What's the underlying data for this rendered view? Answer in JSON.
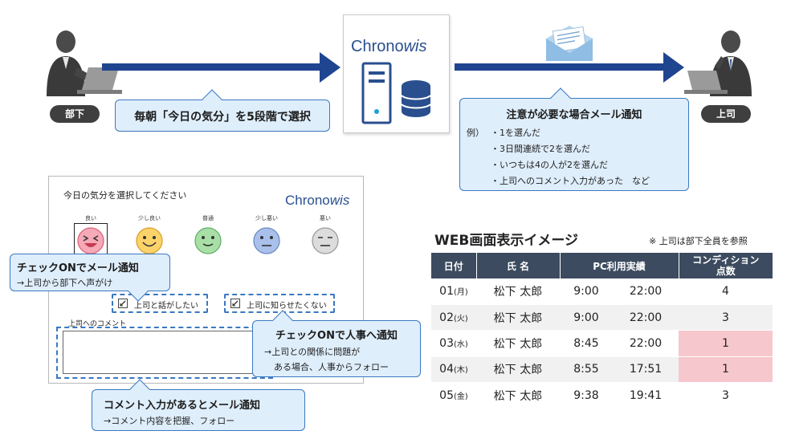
{
  "flow": {
    "subordinate_label": "部下",
    "boss_label": "上司",
    "brand": "Chrono",
    "brand_italic": "wis",
    "left_callout": "毎朝「今日の気分」を5段階で選択",
    "right_callout": {
      "title": "注意が必要な場合メール通知",
      "example_prefix": "例）",
      "items": [
        "・1を選んだ",
        "・3日間連続で2を選んだ",
        "・いつもは4の人が2を選んだ",
        "・上司へのコメント入力があった　など"
      ]
    }
  },
  "mockup": {
    "heading": "今日の気分を選択してください",
    "brand": "Chrono",
    "brand_italic": "wis",
    "faces": [
      {
        "label": "良い",
        "color": "#f6a9b6",
        "stroke": "#d9677d"
      },
      {
        "label": "少し良い",
        "color": "#fbd36a",
        "stroke": "#d6a22c"
      },
      {
        "label": "普通",
        "color": "#a9dfa7",
        "stroke": "#63b06a"
      },
      {
        "label": "少し悪い",
        "color": "#a9c0ea",
        "stroke": "#6b8ac6"
      },
      {
        "label": "悪い",
        "color": "#dcdcdc",
        "stroke": "#9b9b9b"
      }
    ],
    "check1": "上司と話がしたい",
    "check2": "上司に知らせたくない",
    "comment_label": "上司へのコメント",
    "callout_check_on_mail": {
      "title": "チェックONでメール通知",
      "sub": "→上司から部下へ声がけ"
    },
    "callout_check_on_hr": {
      "title": "チェックONで人事へ通知",
      "sub1": "→上司との関係に問題が",
      "sub2": "ある場合、人事からフォロー"
    },
    "callout_comment": {
      "title": "コメント入力があるとメール通知",
      "sub": "→コメント内容を把握、フォロー"
    }
  },
  "web": {
    "title": "WEB画面表示イメージ",
    "note": "※ 上司は部下全員を参照",
    "headers": [
      "日付",
      "氏 名",
      "PC利用実績",
      "コンディション",
      "点数"
    ],
    "rows": [
      {
        "day": "01",
        "dow": "(月)",
        "name": "松下 太郎",
        "start": "9:00",
        "end": "22:00",
        "score": "4",
        "alert": false
      },
      {
        "day": "02",
        "dow": "(火)",
        "name": "松下 太郎",
        "start": "9:00",
        "end": "22:00",
        "score": "3",
        "alert": false
      },
      {
        "day": "03",
        "dow": "(水)",
        "name": "松下 太郎",
        "start": "8:45",
        "end": "22:00",
        "score": "1",
        "alert": true
      },
      {
        "day": "04",
        "dow": "(木)",
        "name": "松下 太郎",
        "start": "8:55",
        "end": "17:51",
        "score": "1",
        "alert": true
      },
      {
        "day": "05",
        "dow": "(金)",
        "name": "松下 太郎",
        "start": "9:38",
        "end": "19:41",
        "score": "3",
        "alert": false
      }
    ]
  },
  "colors": {
    "arrow": "#1f4591",
    "callout_fill": "#dfeefb",
    "callout_border": "#3a78c2",
    "table_header": "#3c4b5f",
    "alert_cell": "#f6c7cc"
  }
}
